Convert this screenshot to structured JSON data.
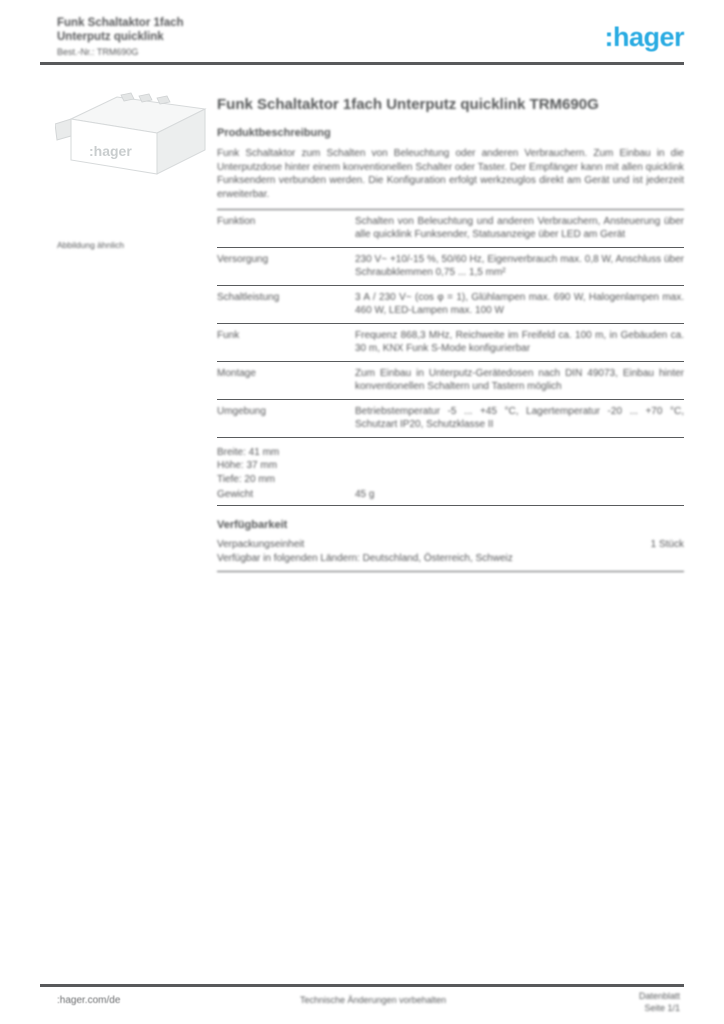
{
  "colors": {
    "brand_accent": "#29abe2",
    "text_gray": "#58595b",
    "rule_gray": "#58595b",
    "device_label_gray": "#c9cdce"
  },
  "header": {
    "product_line1": "Funk Schaltaktor 1fach",
    "product_line2": "Unterputz quicklink",
    "order_no": "Best.-Nr.: TRM690G",
    "logo_text": ":hager"
  },
  "photo": {
    "device_logo": ":hager",
    "caption": "Abbildung ähnlich"
  },
  "main": {
    "title": "Funk Schaltaktor 1fach Unterputz quicklink TRM690G",
    "description_heading": "Produktbeschreibung",
    "description": "Funk Schaltaktor zum Schalten von Beleuchtung oder anderen Verbrauchern. Zum Einbau in die Unterputzdose hinter einem konventionellen Schalter oder Taster. Der Empfänger kann mit allen quicklink Funksendern verbunden werden. Die Konfiguration erfolgt werkzeuglos direkt am Gerät und ist jederzeit erweiterbar.",
    "attributes": [
      {
        "label": "Funktion",
        "value": "Schalten von Beleuchtung und anderen Verbrauchern, Ansteuerung über alle quicklink Funksender, Statusanzeige über LED am Gerät"
      },
      {
        "label": "Versorgung",
        "value": "230 V~ +10/-15 %, 50/60 Hz, Eigenverbrauch max. 0,8 W, Anschluss über Schraubklemmen 0,75 ... 1,5 mm²"
      },
      {
        "label": "Schaltleistung",
        "value": "3 A / 230 V~ (cos φ = 1), Glühlampen max. 690 W, Halogenlampen max. 460 W, LED-Lampen max. 100 W"
      },
      {
        "label": "Funk",
        "value": "Frequenz 868,3 MHz, Reichweite im Freifeld ca. 100 m, in Gebäuden ca. 30 m, KNX Funk S-Mode konfigurierbar"
      },
      {
        "label": "Montage",
        "value": "Zum Einbau in Unterputz-Gerätedosen nach DIN 49073, Einbau hinter konventionellen Schaltern und Tastern möglich"
      },
      {
        "label": "Umgebung",
        "value": "Betriebstemperatur -5 ... +45 °C, Lagertemperatur -20 ... +70 °C, Schutzart IP20, Schutzklasse II"
      }
    ],
    "dimensions": {
      "line1": "Breite: 41 mm",
      "line2": "Höhe: 37 mm",
      "line3": "Tiefe: 20 mm"
    },
    "weight": {
      "label": "Gewicht",
      "value": "45 g"
    },
    "availability_heading": "Verfügbarkeit",
    "availability": {
      "unit_label": "Verpackungseinheit",
      "unit_value": "1 Stück",
      "countries": "Verfügbar in folgenden Ländern: Deutschland, Österreich, Schweiz"
    }
  },
  "footer": {
    "link": ":hager.com/de",
    "note": "Technische Änderungen vorbehalten",
    "page_line1": "Datenblatt",
    "page_line2": "Seite 1/1"
  }
}
